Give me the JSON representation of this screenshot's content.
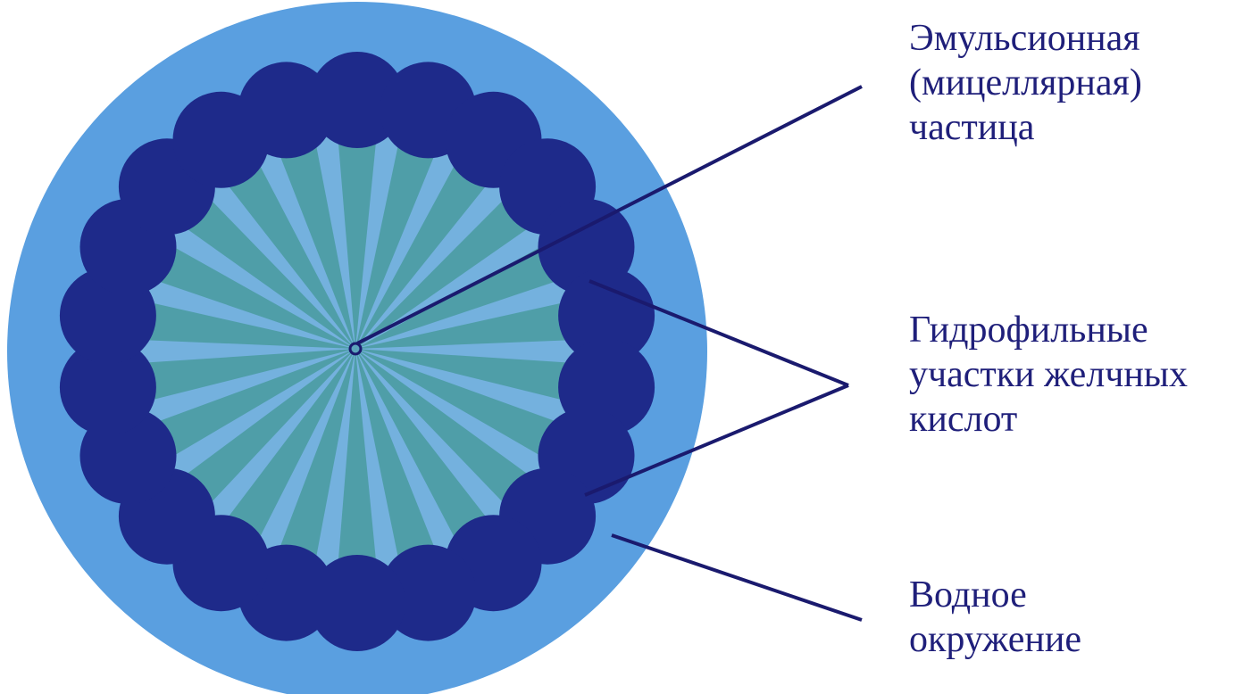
{
  "labels": {
    "particle": [
      "Эмульсионная",
      "(мицеллярная)",
      "частица"
    ],
    "hydrophilic": [
      "Гидрофильные",
      "участки желчных",
      "кислот"
    ],
    "water": [
      "Водное",
      "окружение"
    ]
  },
  "colors": {
    "water": "#5a9fe0",
    "head": "#1e2a8a",
    "core": "#4f9ea8",
    "tail_gap": "#7ab4e8",
    "leader": "#1a1a6e",
    "text": "#1f1f7a"
  },
  "head_count": 22
}
